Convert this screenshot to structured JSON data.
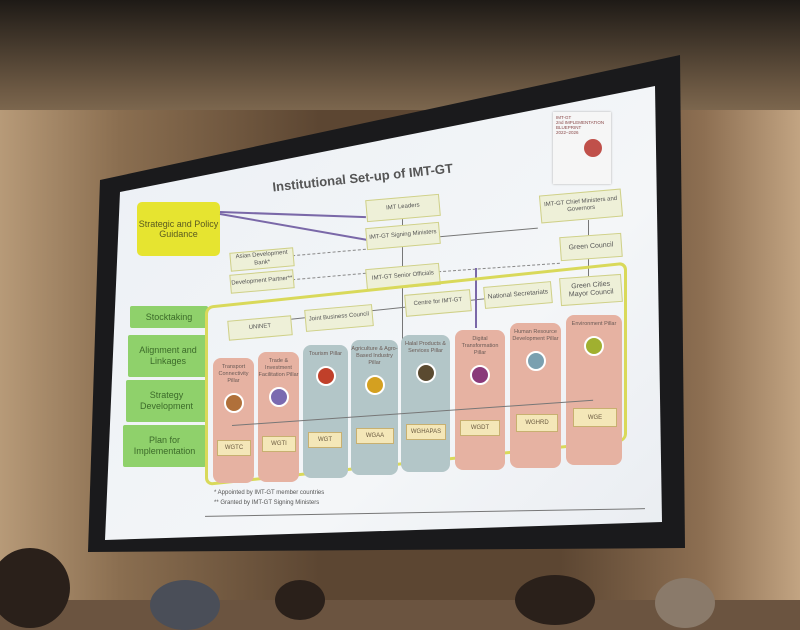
{
  "slide": {
    "title": "Institutional Set-up of IMT-GT",
    "logo": {
      "brand": "IMT-GT",
      "line1": "2nd IMPLEMENTATION BLUEPRINT",
      "years": "2022–2026"
    },
    "guidance": "Strategic and Policy Guidance",
    "nodes": {
      "leaders": "IMT Leaders",
      "ministers": "IMT-GT Signing Ministers",
      "adb": "Asian Development Bank*",
      "partner": "Development Partner**",
      "senior": "IMT-GT Senior Officials",
      "chief": "IMT-GT Chief Ministers and Governors",
      "green_council": "Green Council",
      "green_cities": "Green Cities Mayor Council",
      "secretariats": "National Secretariats",
      "centre": "Centre for IMT-GT",
      "uninet": "UNINET",
      "jbc": "Joint Business Council"
    },
    "stages": [
      "Stocktaking",
      "Alignment and Linkages",
      "Strategy Development",
      "Plan for Implementation"
    ],
    "pillars": [
      {
        "name": "Transport Connectivity Pillar",
        "wg": "WGTC",
        "color": "pink"
      },
      {
        "name": "Trade & Investment Facilitation Pillar",
        "wg": "WGTI",
        "color": "pink"
      },
      {
        "name": "Tourism Pillar",
        "wg": "WGT",
        "color": "blue"
      },
      {
        "name": "Agriculture & Agro-Based Industry Pillar",
        "wg": "WGAA",
        "color": "blue"
      },
      {
        "name": "Halal Products & Services Pillar",
        "wg": "WGHAPAS",
        "color": "blue"
      },
      {
        "name": "Digital Transformation Pillar",
        "wg": "WGDT",
        "color": "pink"
      },
      {
        "name": "Human Resource Development Pillar",
        "wg": "WGHRD",
        "color": "pink"
      },
      {
        "name": "Environment Pillar",
        "wg": "WGE",
        "color": "pink"
      }
    ],
    "footnotes": [
      "* Appointed by IMT-GT member countries",
      "** Granted by IMT-GT Signing Ministers"
    ]
  },
  "colors": {
    "pink": "#e6b2a2",
    "blue": "#b3c6c8",
    "green": "#8fd16b",
    "yellow": "#e6e430"
  }
}
